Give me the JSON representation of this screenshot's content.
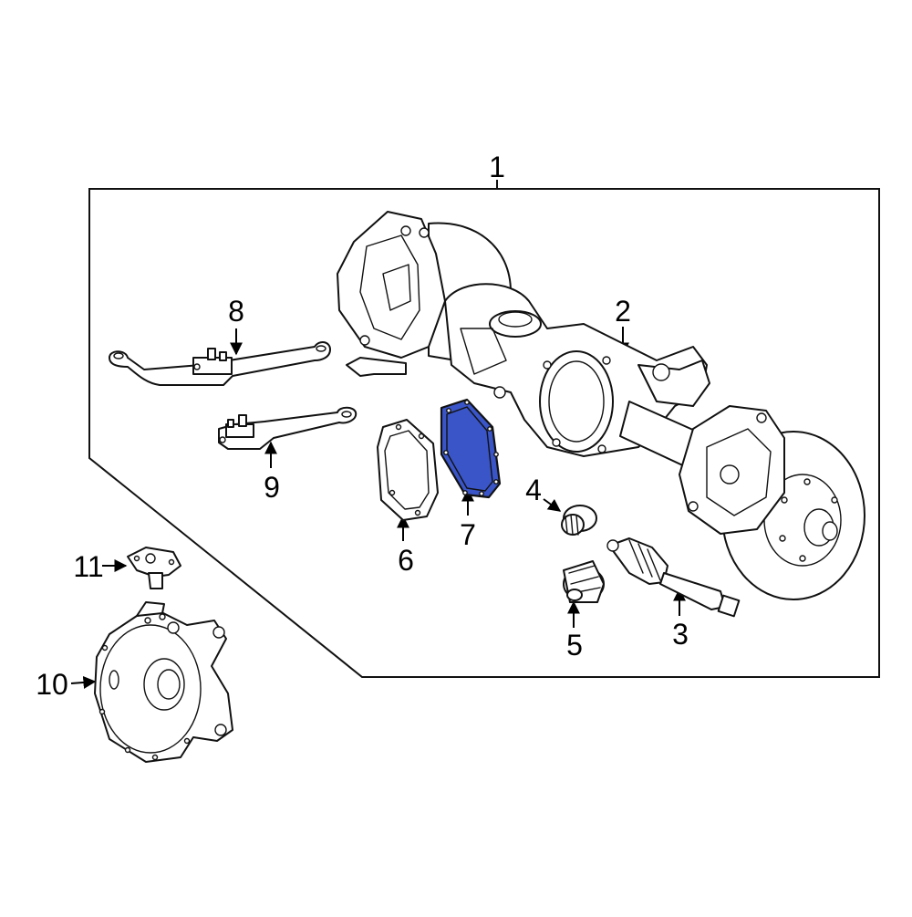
{
  "diagram": {
    "highlight_color": "#3a55c8",
    "callouts": [
      {
        "id": "1",
        "label": "1"
      },
      {
        "id": "2",
        "label": "2"
      },
      {
        "id": "3",
        "label": "3"
      },
      {
        "id": "4",
        "label": "4"
      },
      {
        "id": "5",
        "label": "5"
      },
      {
        "id": "6",
        "label": "6"
      },
      {
        "id": "7",
        "label": "7"
      },
      {
        "id": "8",
        "label": "8"
      },
      {
        "id": "9",
        "label": "9"
      },
      {
        "id": "10",
        "label": "10"
      },
      {
        "id": "11",
        "label": "11"
      }
    ],
    "highlighted_part": "7"
  }
}
